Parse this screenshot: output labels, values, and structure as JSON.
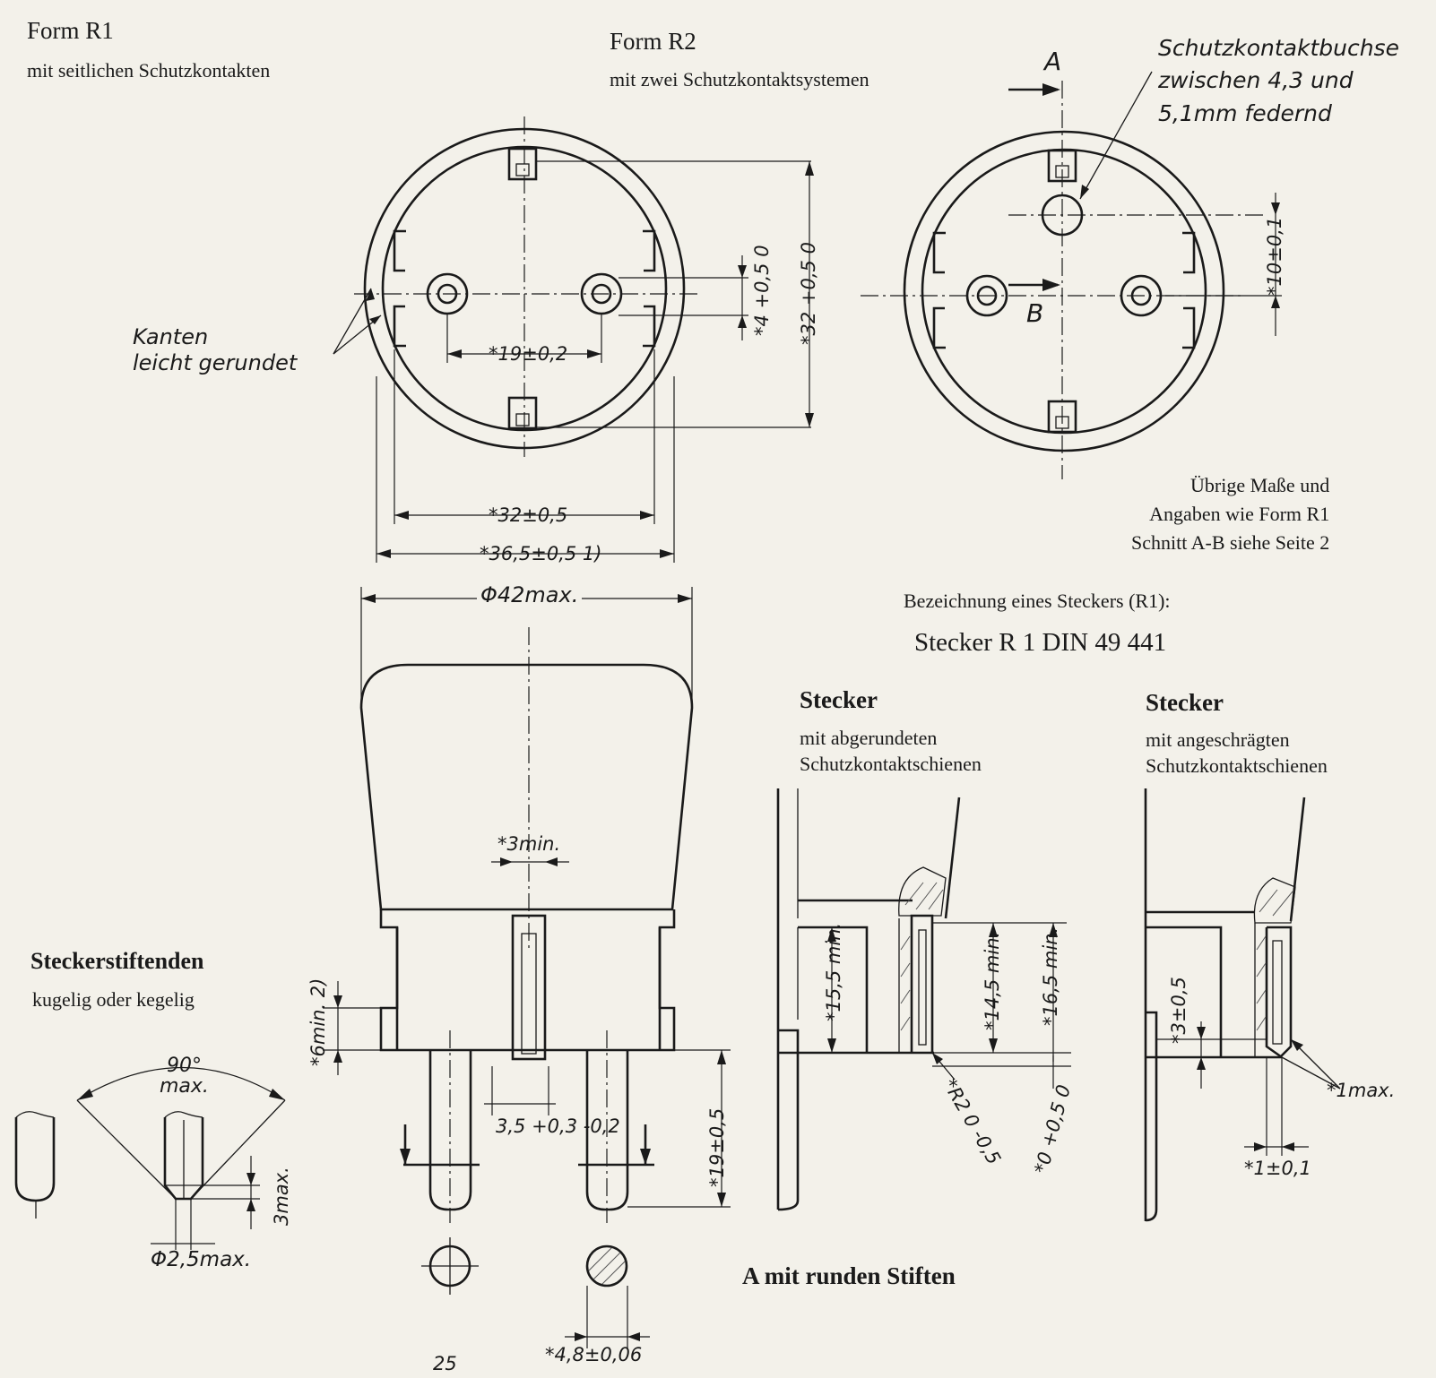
{
  "form_r1": {
    "title": "Form R1",
    "subtitle": "mit seitlichen Schutzkontakten",
    "note": "Kanten\nleicht gerundet",
    "dim_pin_spacing": "*19±0,2",
    "dim_width_inner": "*32±0,5",
    "dim_width_outer": "*36,5±0,5 1)",
    "dim_height": "*32 +0,5 0",
    "dim_small": "*4 +0,5 0"
  },
  "form_r2": {
    "title": "Form R2",
    "subtitle": "mit zwei Schutzkontaktsystemen",
    "socket_note": "Schutzkontaktbuchse\nzwischen 4,3 und\n5,1mm federnd",
    "section_a": "A",
    "section_b": "B",
    "dim_offset": "*10±0,1",
    "remark": "Übrige Maße und\nAngaben wie Form R1\nSchnitt A-B siehe Seite 2"
  },
  "designation": {
    "label": "Bezeichnung eines Steckers (R1):",
    "value": "Stecker R 1 DIN 49 441"
  },
  "side_view": {
    "dim_diameter": "Φ42max.",
    "dim_slot": "*3min.",
    "dim_min_height": "*6min. 2)",
    "dim_slot_width": "3,5 +0,3 -0,2",
    "dim_pin_length": "*19±0,5",
    "dim_pin_dia": "*4,8±0,06",
    "caption": "A mit runden Stiften",
    "page_fragment": "25"
  },
  "pin_ends": {
    "title": "Steckerstiftenden",
    "subtitle": "kugelig oder kegelig",
    "angle": "90°\nmax.",
    "tip": "3max.",
    "diameter": "Φ2,5max."
  },
  "stecker_rounded": {
    "title": "Stecker",
    "subtitle": "mit abgerundeten\nSchutzkontaktschienen",
    "dim_a": "*15,5 min.",
    "dim_b": "*14,5 min.",
    "dim_c": "*16,5 min.",
    "dim_radius": "*R2 0 -0,5",
    "dim_offset": "*0 +0,5 0"
  },
  "stecker_chamfered": {
    "title": "Stecker",
    "subtitle": "mit angeschrägten\nSchutzkontaktschienen",
    "dim_a": "*3±0,5",
    "dim_b": "*1max.",
    "dim_c": "*1±0,1"
  }
}
